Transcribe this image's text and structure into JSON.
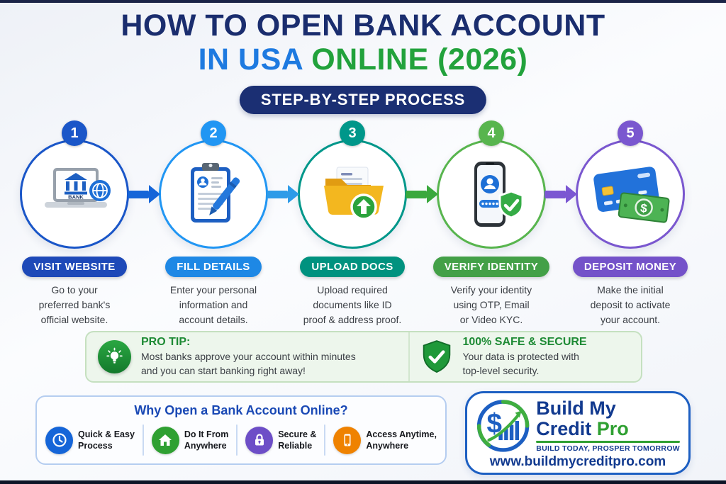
{
  "header": {
    "title_line1": "HOW TO OPEN BANK ACCOUNT",
    "title_line2_a": "IN USA ",
    "title_line2_b": "ONLINE (2026)",
    "badge_label": "STEP-BY-STEP PROCESS",
    "colors": {
      "navy": "#1a2d6e",
      "blue": "#1e7ae0",
      "green": "#22a23c",
      "badge_bg": "#1b2f73"
    }
  },
  "steps": [
    {
      "number": "1",
      "label": "VISIT WEBSITE",
      "description": "Go to your\npreferred bank's\nofficial website.",
      "color": "#1a56c8",
      "pill_color": "#1e49b8",
      "arrow_color": "#1565d8",
      "icon": "laptop-bank-icon"
    },
    {
      "number": "2",
      "label": "FILL DETAILS",
      "description": "Enter your personal\ninformation and\naccount details.",
      "color": "#2196f3",
      "pill_color": "#1e88e5",
      "arrow_color": "#2e9be8",
      "icon": "clipboard-pen-icon"
    },
    {
      "number": "3",
      "label": "UPLOAD DOCS",
      "description": "Upload required\ndocuments like ID\nproof & address proof.",
      "color": "#00978a",
      "pill_color": "#00927f",
      "arrow_color": "#3aa83d",
      "icon": "folder-upload-icon"
    },
    {
      "number": "4",
      "label": "VERIFY IDENTITY",
      "description": "Verify your identity\nusing OTP, Email\nor Video KYC.",
      "color": "#58b54e",
      "pill_color": "#43a047",
      "arrow_color": "#7b57d2",
      "icon": "phone-shield-icon"
    },
    {
      "number": "5",
      "label": "DEPOSIT MONEY",
      "description": "Make the initial\ndeposit to activate\nyour account.",
      "color": "#7a57cf",
      "pill_color": "#7452c9",
      "icon": "card-cash-icon"
    }
  ],
  "tips": {
    "pro_tip": {
      "title": "PRO TIP:",
      "line1": "Most banks approve your account within minutes",
      "line2": "and you can start banking right away!",
      "accent": "#1d8a34",
      "icon": "lightbulb-icon"
    },
    "secure": {
      "title": "100% SAFE & SECURE",
      "line1": "Your data is protected with",
      "line2": "top-level security.",
      "accent": "#1d8a34",
      "icon": "shield-check-icon"
    }
  },
  "benefits": {
    "title": "Why Open a Bank Account Online?",
    "items": [
      {
        "line1": "Quick & Easy",
        "line2": "Process",
        "color": "#1565d8",
        "icon": "clock-icon"
      },
      {
        "line1": "Do It From",
        "line2": "Anywhere",
        "color": "#2fa032",
        "icon": "home-icon"
      },
      {
        "line1": "Secure &",
        "line2": "Reliable",
        "color": "#6d4ec7",
        "icon": "lock-icon"
      },
      {
        "line1": "Access Anytime,",
        "line2": "Anywhere",
        "color": "#ef8200",
        "icon": "smartphone-icon"
      }
    ]
  },
  "brand": {
    "name_line1": "Build My",
    "name_line2_a": "Credit ",
    "name_line2_b": "Pro",
    "tagline": "BUILD TODAY, PROSPER TOMORROW",
    "url": "www.buildmycreditpro.com",
    "navy": "#123a8f",
    "green": "#2fa032"
  }
}
